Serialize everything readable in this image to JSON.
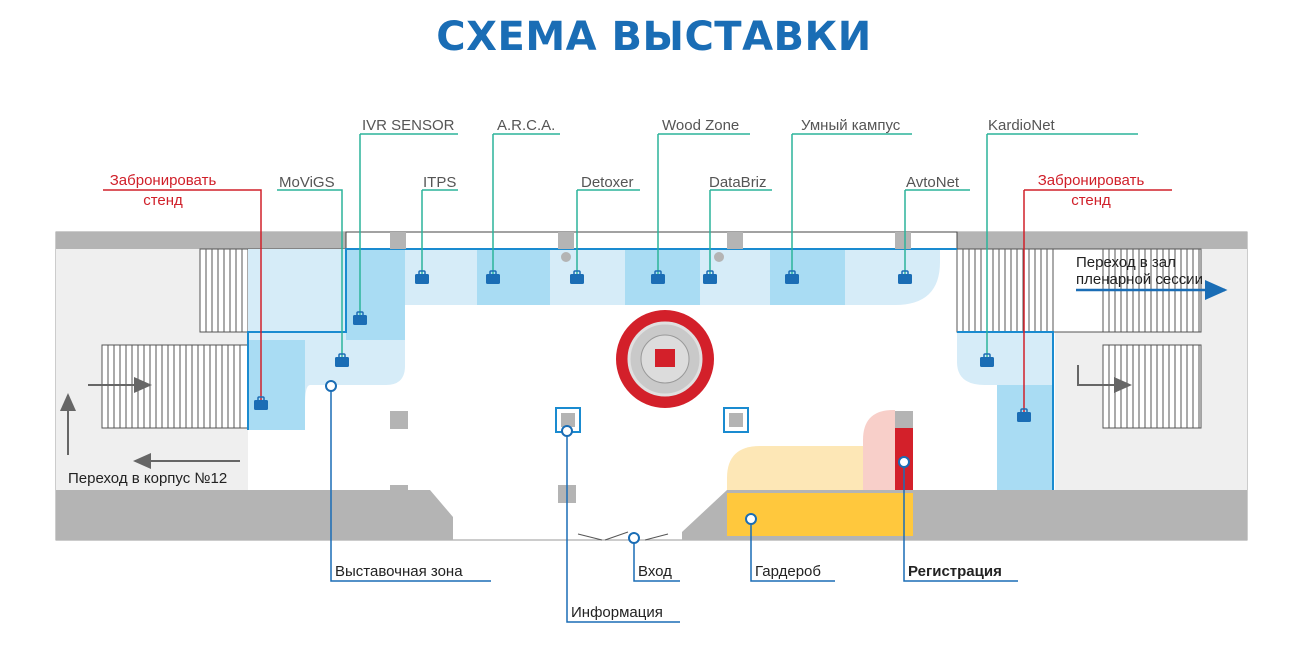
{
  "title": "СХЕМА ВЫСТАВКИ",
  "colors": {
    "title": "#1a6db5",
    "exhibit_zone": "#d6ecf8",
    "stand_highlight": "#a9dcf3",
    "leader_teal": "#2bb39a",
    "leader_red": "#d0202a",
    "leader_blue": "#1a6db5",
    "wall_gray": "#b4b4b4",
    "floor_light": "#efefef",
    "wardrobe": "#ffc83d",
    "registration": "#d3202a"
  },
  "top_labels": [
    {
      "text": "IVR SENSOR",
      "icon": "briefcase-icon"
    },
    {
      "text": "A.R.C.A.",
      "icon": "briefcase-icon"
    },
    {
      "text": "Wood Zone",
      "icon": "briefcase-icon"
    },
    {
      "text": "Умный кампус",
      "icon": "briefcase-icon"
    },
    {
      "text": "KardioNet",
      "icon": "briefcase-icon"
    },
    {
      "text": "MoViGS",
      "icon": "briefcase-icon"
    },
    {
      "text": "ITPS",
      "icon": "briefcase-icon"
    },
    {
      "text": "Detoxer",
      "icon": "briefcase-icon"
    },
    {
      "text": "DataBriz",
      "icon": "briefcase-icon"
    },
    {
      "text": "AvtoNet",
      "icon": "briefcase-icon"
    }
  ],
  "book_left": {
    "line1": "Забронировать",
    "line2": "стенд"
  },
  "book_right": {
    "line1": "Забронировать",
    "line2": "стенд"
  },
  "passage_plenary": {
    "line1": "Переход в зал",
    "line2": "пленарной сессии"
  },
  "passage_building": "Переход в корпус №12",
  "bottom_labels": {
    "exhibit_zone": "Выставочная зона",
    "info": "Информация",
    "entrance": "Вход",
    "wardrobe": "Гардероб",
    "registration": "Регистрация"
  }
}
